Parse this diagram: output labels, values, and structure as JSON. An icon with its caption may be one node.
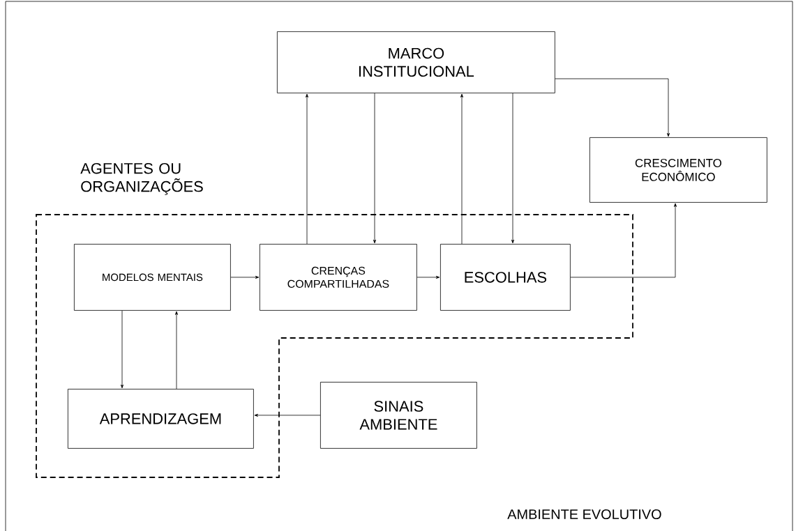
{
  "diagram": {
    "nodes": [
      {
        "text": [
          "MARCO INSTITUCIONAL"
        ]
      },
      {
        "text": [
          "CRESCIMENTO ECONÔMICO"
        ]
      },
      {
        "text": [
          "AGENTES OU ORGANIZAÇÕES"
        ]
      },
      {
        "text": [
          "MODELOS MENTAIS"
        ],
        "in": 2
      },
      {
        "text": [
          "CRENÇAS COMPARTILHADAS"
        ],
        "in": 2
      },
      {
        "text": [
          "ESCOLHAS"
        ],
        "in": 2
      },
      {
        "text": [
          "APRENDIZAGEM"
        ],
        "in": 2
      },
      {
        "text": [
          "SINAIS AMBIENTE"
        ]
      }
    ],
    "edges": [
      {
        "from": 3,
        "to": 4,
        "arrow": "to"
      },
      {
        "from": 4,
        "to": 5,
        "arrow": "to"
      },
      {
        "from": 4,
        "to": 0,
        "arrow": "to"
      },
      {
        "from": 0,
        "to": 4,
        "arrow": "to"
      },
      {
        "from": 5,
        "to": 0,
        "arrow": "to"
      },
      {
        "from": 0,
        "to": 5,
        "arrow": "to"
      },
      {
        "from": 0,
        "to": 1,
        "arrow": "to"
      },
      {
        "from": 5,
        "to": 1,
        "arrow": "to"
      },
      {
        "from": 3,
        "to": 6,
        "arrow": "to"
      },
      {
        "from": 6,
        "to": 3,
        "arrow": "to"
      },
      {
        "from": 7,
        "to": 6,
        "arrow": "to"
      }
    ],
    "labels": [
      "AMBIENTE EVOLUTIVO"
    ]
  }
}
